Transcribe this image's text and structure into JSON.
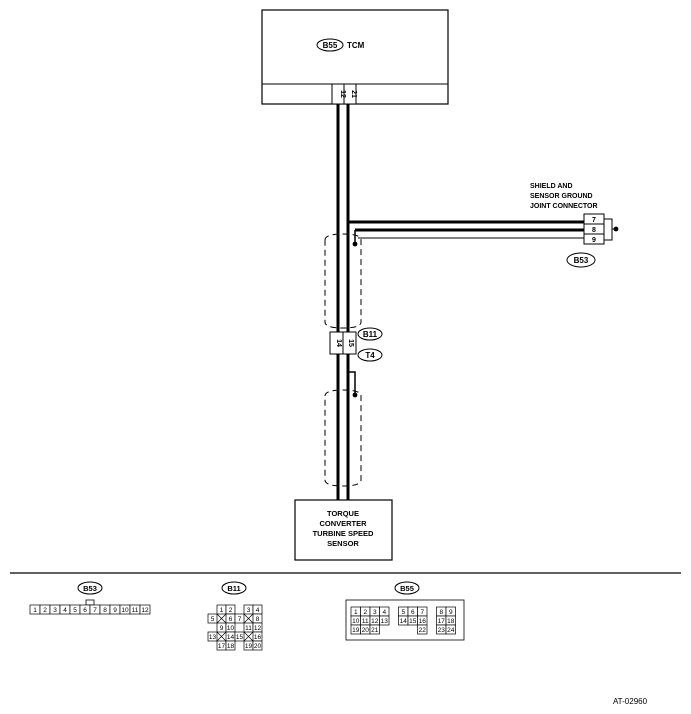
{
  "tcm": {
    "connector": "B55",
    "label": "TCM",
    "pins": [
      "12",
      "21"
    ]
  },
  "shield": {
    "title_lines": [
      "SHIELD AND",
      "SENSOR GROUND",
      "JOINT CONNECTOR"
    ],
    "pins": [
      "7",
      "8",
      "9"
    ],
    "connector": "B53"
  },
  "inline": {
    "top": "B11",
    "bottom": "T4",
    "pins": [
      "14",
      "15"
    ]
  },
  "sensor": {
    "lines": [
      "TORQUE",
      "CONVERTER",
      "TURBINE SPEED",
      "SENSOR"
    ]
  },
  "legend": {
    "b53": {
      "name": "B53",
      "pins": [
        "1",
        "2",
        "3",
        "4",
        "5",
        "6",
        "7",
        "8",
        "9",
        "10",
        "11",
        "12"
      ]
    },
    "b11": {
      "name": "B11",
      "rows": [
        [
          "1",
          "2",
          "3",
          "4"
        ],
        [
          "5",
          "6",
          "7",
          "8"
        ],
        [
          "9",
          "10",
          "11",
          "12"
        ],
        [
          "13",
          "14",
          "15",
          "16"
        ],
        [
          "17",
          "18",
          "19",
          "20"
        ]
      ]
    },
    "b55": {
      "name": "B55",
      "rows": [
        [
          "1",
          "2",
          "3",
          "4",
          "5",
          "6",
          "7",
          "8",
          "9"
        ],
        [
          "10",
          "11",
          "12",
          "13",
          "14",
          "15",
          "16",
          "17",
          "18"
        ],
        [
          "19",
          "20",
          "21",
          "22",
          "23",
          "24"
        ]
      ]
    }
  },
  "figure_id": "AT-02960"
}
